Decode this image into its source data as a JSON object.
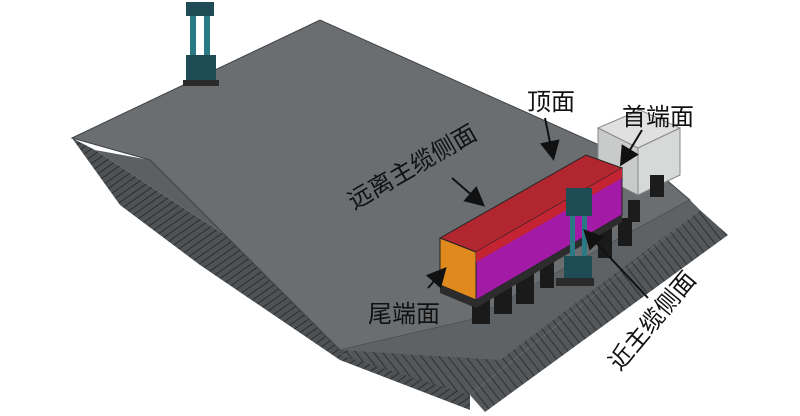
{
  "labels": {
    "top_face": "顶面",
    "front_end_face": "首端面",
    "far_side_face": "远离主缆侧面",
    "rear_end_face": "尾端面",
    "near_side_face": "近主缆侧面"
  },
  "colors": {
    "deck_top": "#6b6e71",
    "deck_side": "#54575a",
    "hatching": "#2e3133",
    "box_top": "#b22630",
    "box_side": "#a21aa6",
    "box_end": "#e08a1e",
    "cab": "#d2d3d3",
    "hanger": "#2a7a86",
    "arrow": "#111111"
  }
}
